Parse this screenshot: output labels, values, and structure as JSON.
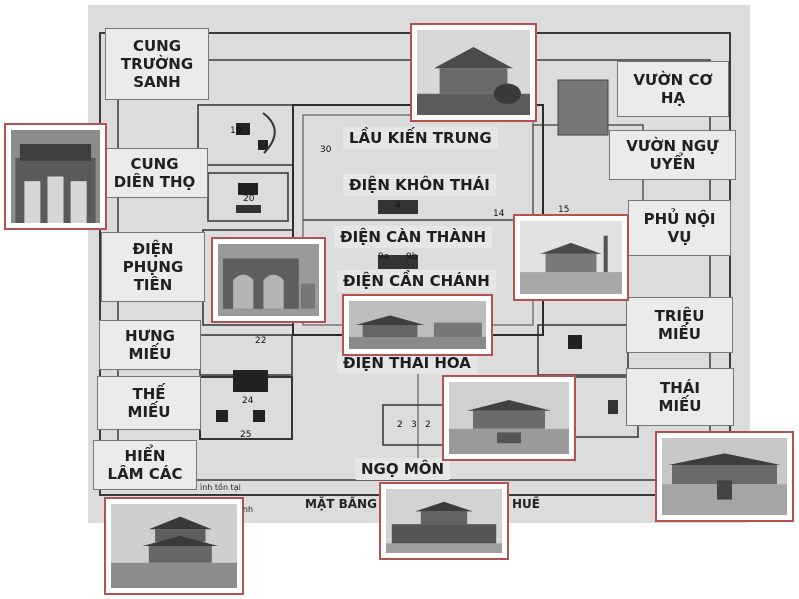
{
  "labels": {
    "cung_truong_sanh": "CUNG\nTRƯỜNG\nSANH",
    "cung_dien_tho": "CUNG\nDIÊN THỌ",
    "dien_phung_tien": "ĐIỆN\nPHỤNG\nTIÊN",
    "hung_mieu": "HƯNG\nMIẾU",
    "the_mieu": "THẾ\nMIẾU",
    "hien_lam_cac": "HIỂN\nLÂM CÁC",
    "vuon_co_ha": "VƯỜN CƠ\nHẠ",
    "vuon_ngu_uyen": "VƯỜN NGỰ\nUYỂN",
    "phu_noi_vu": "PHỦ NỘI\nVỤ",
    "trieu_mieu": "TRIỆU\nMIẾU",
    "thai_mieu": "THÁI\nMIẾU"
  },
  "center": {
    "lau_kien_trung": "LẦU KIẾN TRUNG",
    "dien_khon_thai": "ĐIỆN KHÔN THÁI",
    "dien_can_thanh": "ĐIỆN CÀN THÀNH",
    "dien_can_chanh": "ĐIỆN CẦN CHÁNH",
    "dien_thai_hoa": "ĐIỆN THÁI HOÀ",
    "ngo_mon": "NGỌ MÔN"
  },
  "caption": {
    "left": "MẶT BẰNG",
    "right": "HUẾ",
    "note": "ình tồn tại",
    "note2": "anh"
  },
  "numbers": [
    "19",
    "20",
    "30",
    "a",
    "14",
    "15",
    "9a",
    "9b",
    "22",
    "24",
    "25",
    "2",
    "3",
    "2"
  ],
  "colors": {
    "frame": "#b5524f",
    "paper": "#dcdcdc",
    "label_bg": "#ebebeb"
  }
}
